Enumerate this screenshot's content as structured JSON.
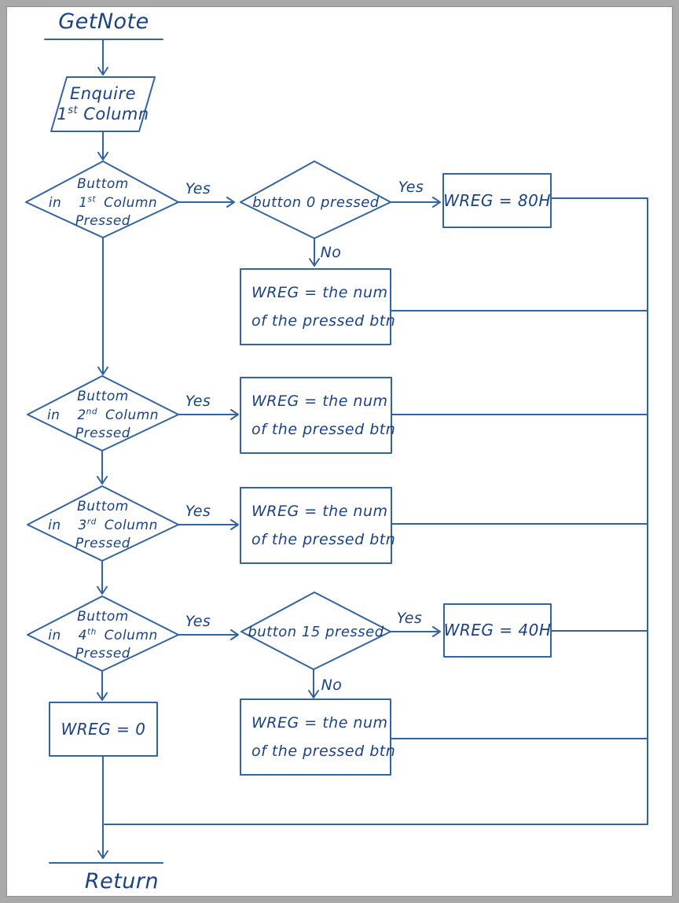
{
  "colors": {
    "ink": "#1b4283",
    "stroke": "#33649f",
    "frame": "#a9a9a9",
    "canvas": "#ffffff"
  },
  "flowchart": {
    "start": {
      "label": "GetNote"
    },
    "end": {
      "label": "Return"
    },
    "io_enquire": {
      "line1": "Enquire",
      "ordinal": "1",
      "suffix": "st",
      "word": "Column"
    },
    "decisions": {
      "col1": {
        "line1": "Buttom",
        "in": "in",
        "ordinal": "1",
        "suffix": "st",
        "word": "Column",
        "line3": "Pressed"
      },
      "col2": {
        "line1": "Buttom",
        "in": "in",
        "ordinal": "2",
        "suffix": "nd",
        "word": "Column",
        "line3": "Pressed"
      },
      "col3": {
        "line1": "Buttom",
        "in": "in",
        "ordinal": "3",
        "suffix": "rd",
        "word": "Column",
        "line3": "Pressed"
      },
      "col4": {
        "line1": "Buttom",
        "in": "in",
        "ordinal": "4",
        "suffix": "th",
        "word": "Column",
        "line3": "Pressed"
      },
      "button0": {
        "label": "button 0 pressed"
      },
      "button15": {
        "label": "button 15 pressed"
      }
    },
    "labels": {
      "yes": "Yes",
      "no": "No"
    },
    "processes": {
      "wreg80": "WREG = 80H",
      "wreg40": "WREG = 40H",
      "wreg0": "WREG = 0",
      "num_line1": "WREG =  the num",
      "num_line2": "of the pressed btn"
    }
  }
}
